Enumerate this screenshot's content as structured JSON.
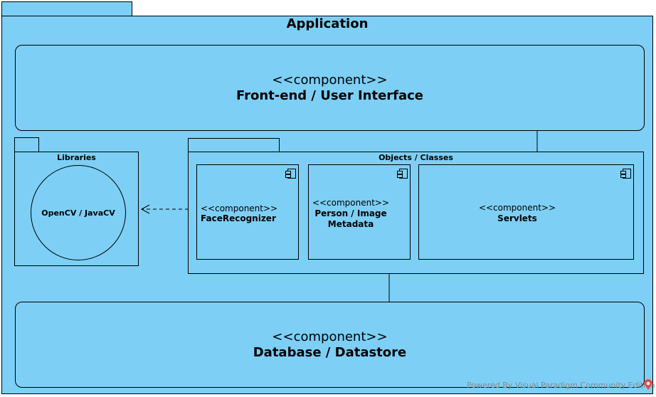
{
  "diagram": {
    "application": {
      "title": "Application"
    },
    "frontend": {
      "stereotype": "<<component>>",
      "name": "Front-end / User Interface"
    },
    "libraries": {
      "title": "Libraries",
      "interface_name": "OpenCV / JavaCV"
    },
    "objects": {
      "title": "Objects / Classes",
      "components": [
        {
          "stereotype": "<<component>>",
          "name": "FaceRecognizer"
        },
        {
          "stereotype": "<<component>>",
          "name": "Person / Image Metadata"
        },
        {
          "stereotype": "<<component>>",
          "name": "Servlets"
        }
      ]
    },
    "database": {
      "stereotype": "<<component>>",
      "name": "Database / Datastore"
    },
    "watermark": "Powered By Visual Paradigm Community Edition"
  },
  "colors": {
    "fill": "#7dcff5",
    "stroke": "#000000",
    "watermark_logo": "#e24b4b"
  },
  "icons": [
    "component-icon",
    "visual-paradigm-logo-icon"
  ]
}
